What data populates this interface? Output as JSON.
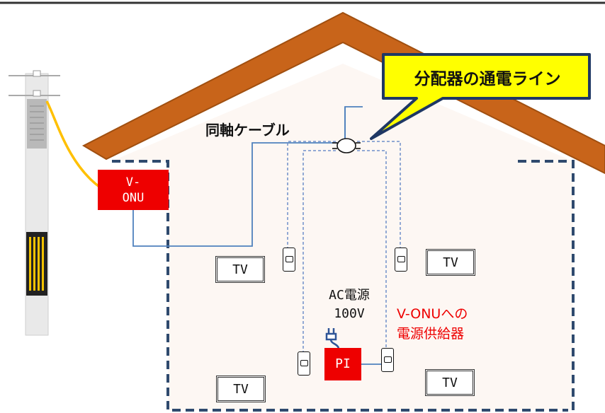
{
  "labels": {
    "callout": "分配器の通電ライン",
    "coax_cable": "同軸ケーブル",
    "v_onu_line1": "V-",
    "v_onu_line2": "ONU",
    "ac_power_line1": "AC電源",
    "ac_power_line2": "100V",
    "supply_line1": "V-ONUへの",
    "supply_line2": "電源供給器",
    "pi": "PI"
  },
  "tv_sets": [
    "TV",
    "TV",
    "TV",
    "TV"
  ],
  "colors": {
    "roof": "#c8641a",
    "roof_outline": "#a04f10",
    "house_fill": "#fdf7f3",
    "house_dash": "#2f4a6e",
    "coax": "#4f81bd",
    "powered_line": "#6f8fc9",
    "v_onu_box": "#ee0000",
    "callout_fill": "#ffff00",
    "callout_border": "#1f3864",
    "supply_text": "#ee0000",
    "pole_cable": "#ffc000"
  }
}
